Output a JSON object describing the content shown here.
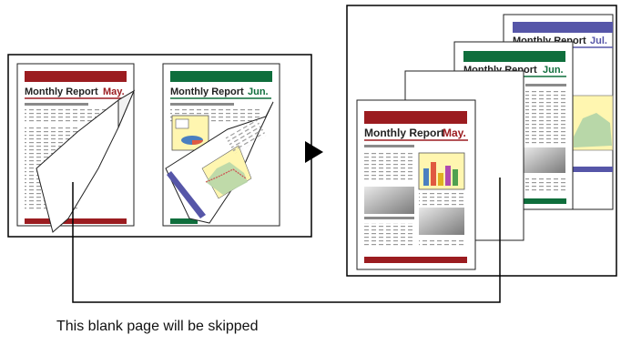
{
  "input_pages": [
    {
      "report_title": "Monthly Report",
      "month": "May.",
      "accent_color": "#9b1c20"
    },
    {
      "report_title": "Monthly Report",
      "month": "Jun.",
      "accent_color": "#0f6e3c"
    }
  ],
  "output_pages": [
    {
      "report_title": "Monthly Report",
      "month": "Jul.",
      "accent_color": "#5656a8"
    },
    {
      "report_title": "Monthly Report",
      "month": "Jun.",
      "accent_color": "#0f6e3c"
    },
    {
      "report_title": "Monthly Report",
      "month": "May.",
      "accent_color": "#9b1c20"
    }
  ],
  "arrow_icon": "play-triangle-icon",
  "caption": "This blank page will be skipped"
}
